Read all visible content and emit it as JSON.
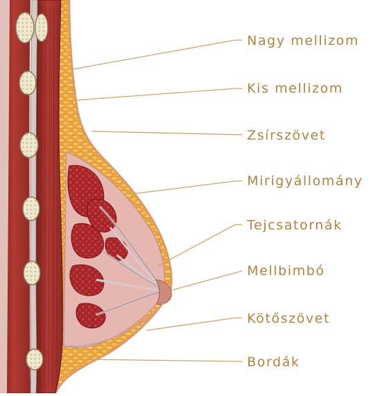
{
  "accent_color": "#b0823f",
  "line_color": "#c9a46a",
  "labels": [
    {
      "id": "nagy-mellizom",
      "text": "Nagy mellizom"
    },
    {
      "id": "kis-mellizom",
      "text": "Kis mellizom"
    },
    {
      "id": "zsirszovet",
      "text": "Zsírszövet"
    },
    {
      "id": "mirigyallomany",
      "text": "Mirigyállomány"
    },
    {
      "id": "tejcsatornak",
      "text": "Tejcsatornák"
    },
    {
      "id": "mellbimbo",
      "text": "Mellbimbó"
    },
    {
      "id": "kotoszovet",
      "text": "Kötőszövet"
    },
    {
      "id": "bordak",
      "text": "Bordák"
    }
  ]
}
